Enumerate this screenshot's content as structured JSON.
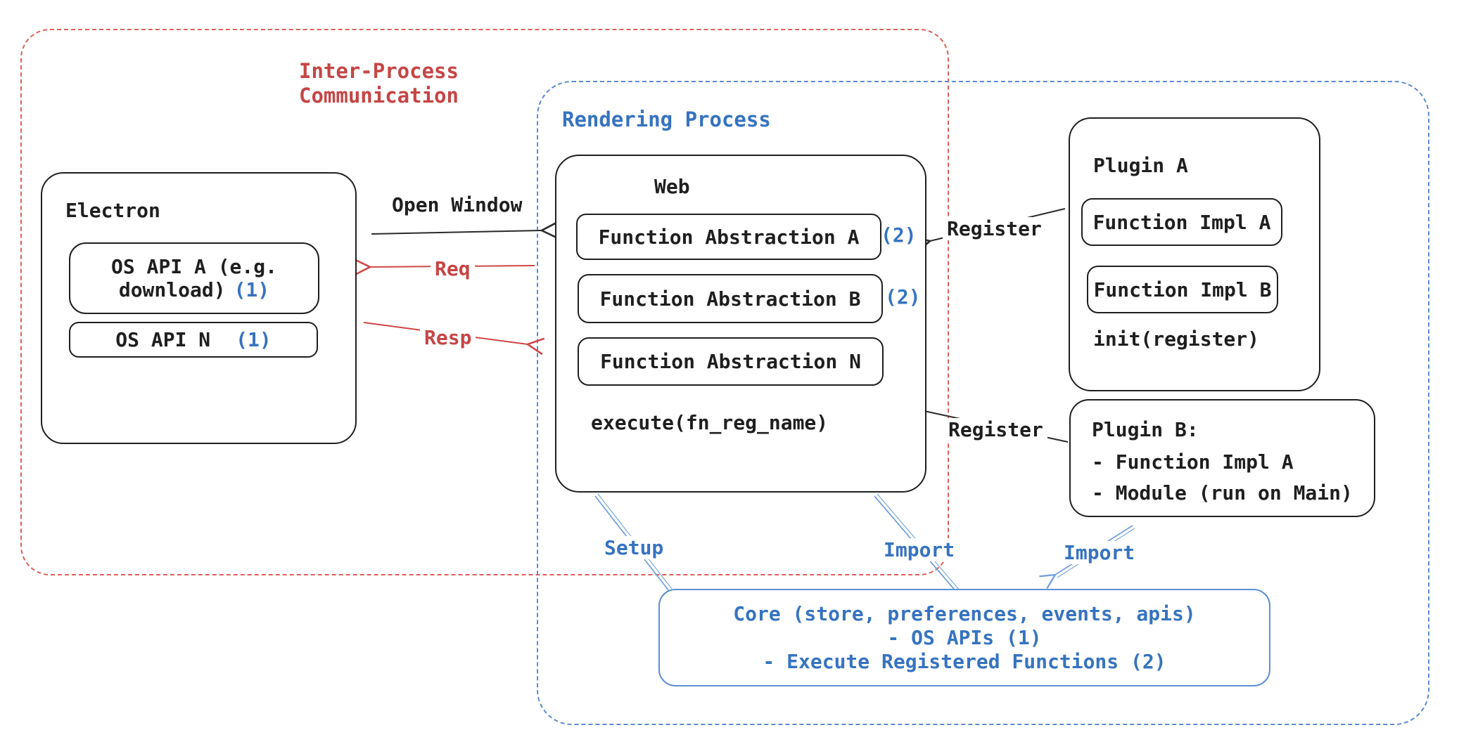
{
  "groups": {
    "ipc": {
      "label_line1": "Inter-Process",
      "label_line2": "Communication"
    },
    "rendering": {
      "label": "Rendering Process"
    }
  },
  "electron": {
    "title": "Electron",
    "items": [
      {
        "label": "OS API A (e.g. download)",
        "badge": "(1)"
      },
      {
        "label": "OS API N",
        "badge": "(1)"
      }
    ]
  },
  "web": {
    "title": "Web",
    "items": [
      {
        "label": "Function Abstraction A",
        "badge": "(2)"
      },
      {
        "label": "Function Abstraction B",
        "badge": "(2)"
      },
      {
        "label": "Function Abstraction N"
      }
    ],
    "footer": "execute(fn_reg_name)"
  },
  "plugin_a": {
    "title": "Plugin A",
    "items": [
      {
        "label": "Function Impl A"
      },
      {
        "label": "Function Impl B"
      }
    ],
    "footer": "init(register)"
  },
  "plugin_b": {
    "title": "Plugin B:",
    "lines": [
      "- Function Impl A",
      "- Module (run on Main)"
    ]
  },
  "core": {
    "lines": [
      "Core (store, preferences, events, apis)",
      "- OS APIs (1)",
      "- Execute Registered Functions (2)"
    ]
  },
  "connectors": {
    "open_window": {
      "label": "Open Window"
    },
    "req": {
      "label": "Req"
    },
    "resp": {
      "label": "Resp"
    },
    "register_top": {
      "label": "Register"
    },
    "register_bottom": {
      "label": "Register"
    },
    "setup": {
      "label": "Setup"
    },
    "import_center": {
      "label": "Import"
    },
    "import_right": {
      "label": "Import"
    }
  },
  "colors": {
    "ink": "#1f1f1f",
    "red_text": "#c64545",
    "red_dash": "#de6059",
    "blue_text": "#3673c0",
    "blue_dash": "#5b8bd4",
    "core_border": "#5e8fd6",
    "arrow_blue": "#74a0dc"
  }
}
